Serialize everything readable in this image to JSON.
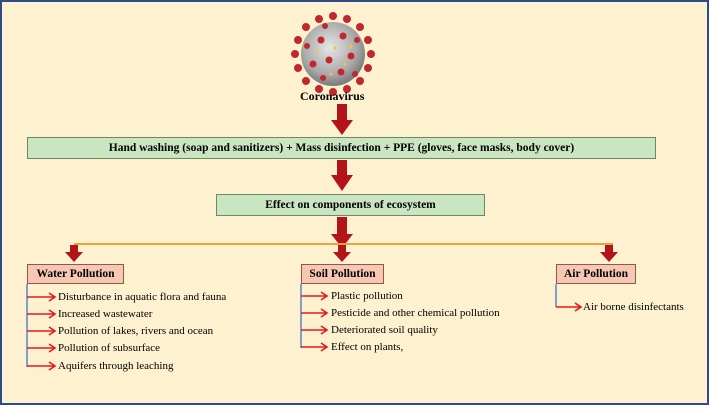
{
  "virus": {
    "label": "Coronavirus",
    "icon": "coronavirus-icon"
  },
  "measures_box": {
    "text": "Hand washing (soap and sanitizers) + Mass disinfection + PPE (gloves, face masks, body cover)"
  },
  "effect_box": {
    "text": "Effect on components of ecosystem"
  },
  "categories": [
    {
      "title": "Water Pollution",
      "items": [
        "Disturbance in aquatic flora and fauna",
        "Increased wastewater",
        "Pollution of lakes, rivers and ocean",
        "Pollution of subsurface",
        "Aquifers through leaching"
      ]
    },
    {
      "title": "Soil Pollution",
      "items": [
        "Plastic pollution",
        "Pesticide and other chemical pollution",
        "Deteriorated soil quality",
        "Effect on plants,"
      ]
    },
    {
      "title": "Air Pollution",
      "items": [
        "Air borne disinfectants"
      ]
    }
  ],
  "colors": {
    "background": "#fdf1cf",
    "frame": "#2f4a8a",
    "green_box": "#c9e5c1",
    "salmon_box": "#f8c7b4",
    "big_arrow": "#b3141a",
    "connector_orange": "#e8a33c",
    "item_arrow": "#e21b1b",
    "item_line": "#5b82c9"
  }
}
